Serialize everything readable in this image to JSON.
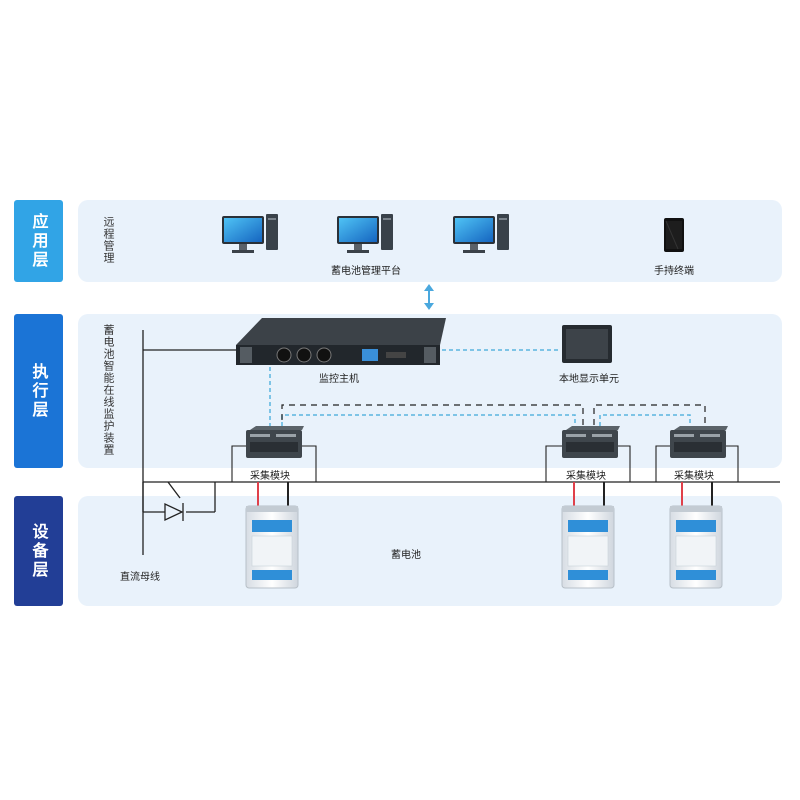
{
  "layers": {
    "application": "应用层",
    "execution": "执行层",
    "device": "设备层"
  },
  "labels": {
    "remote_management": "远程管理",
    "platform": "蓄电池管理平台",
    "handheld": "手持终端",
    "system_name": "蓄电池智能在线监护装置",
    "monitor_host": "监控主机",
    "local_display": "本地显示单元",
    "collector_1": "采集模块",
    "collector_2": "采集模块",
    "collector_3": "采集模块",
    "battery": "蓄电池",
    "dc_bus": "直流母线"
  },
  "colors": {
    "layer_app": "#31a4e6",
    "layer_exec": "#1b74d6",
    "layer_dev": "#223e96",
    "band_bg": "#e9f2fb",
    "dashed_link": "#5ab4e0",
    "battery_positive": "#e0404a"
  }
}
